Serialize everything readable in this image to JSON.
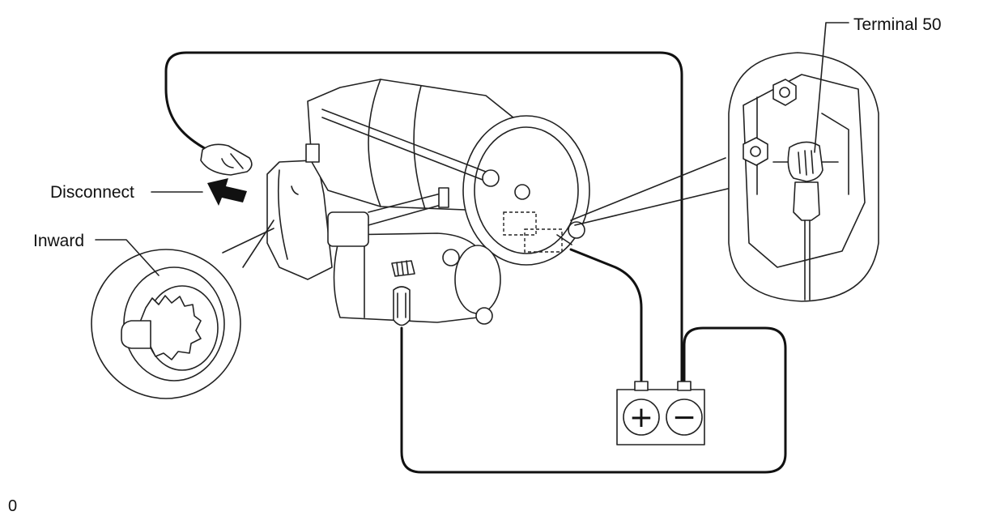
{
  "labels": {
    "terminal_50": "Terminal 50",
    "disconnect": "Disconnect",
    "inward": "Inward",
    "corner_mark": "0"
  },
  "battery": {
    "positive_symbol": "+",
    "negative_symbol": "−"
  }
}
